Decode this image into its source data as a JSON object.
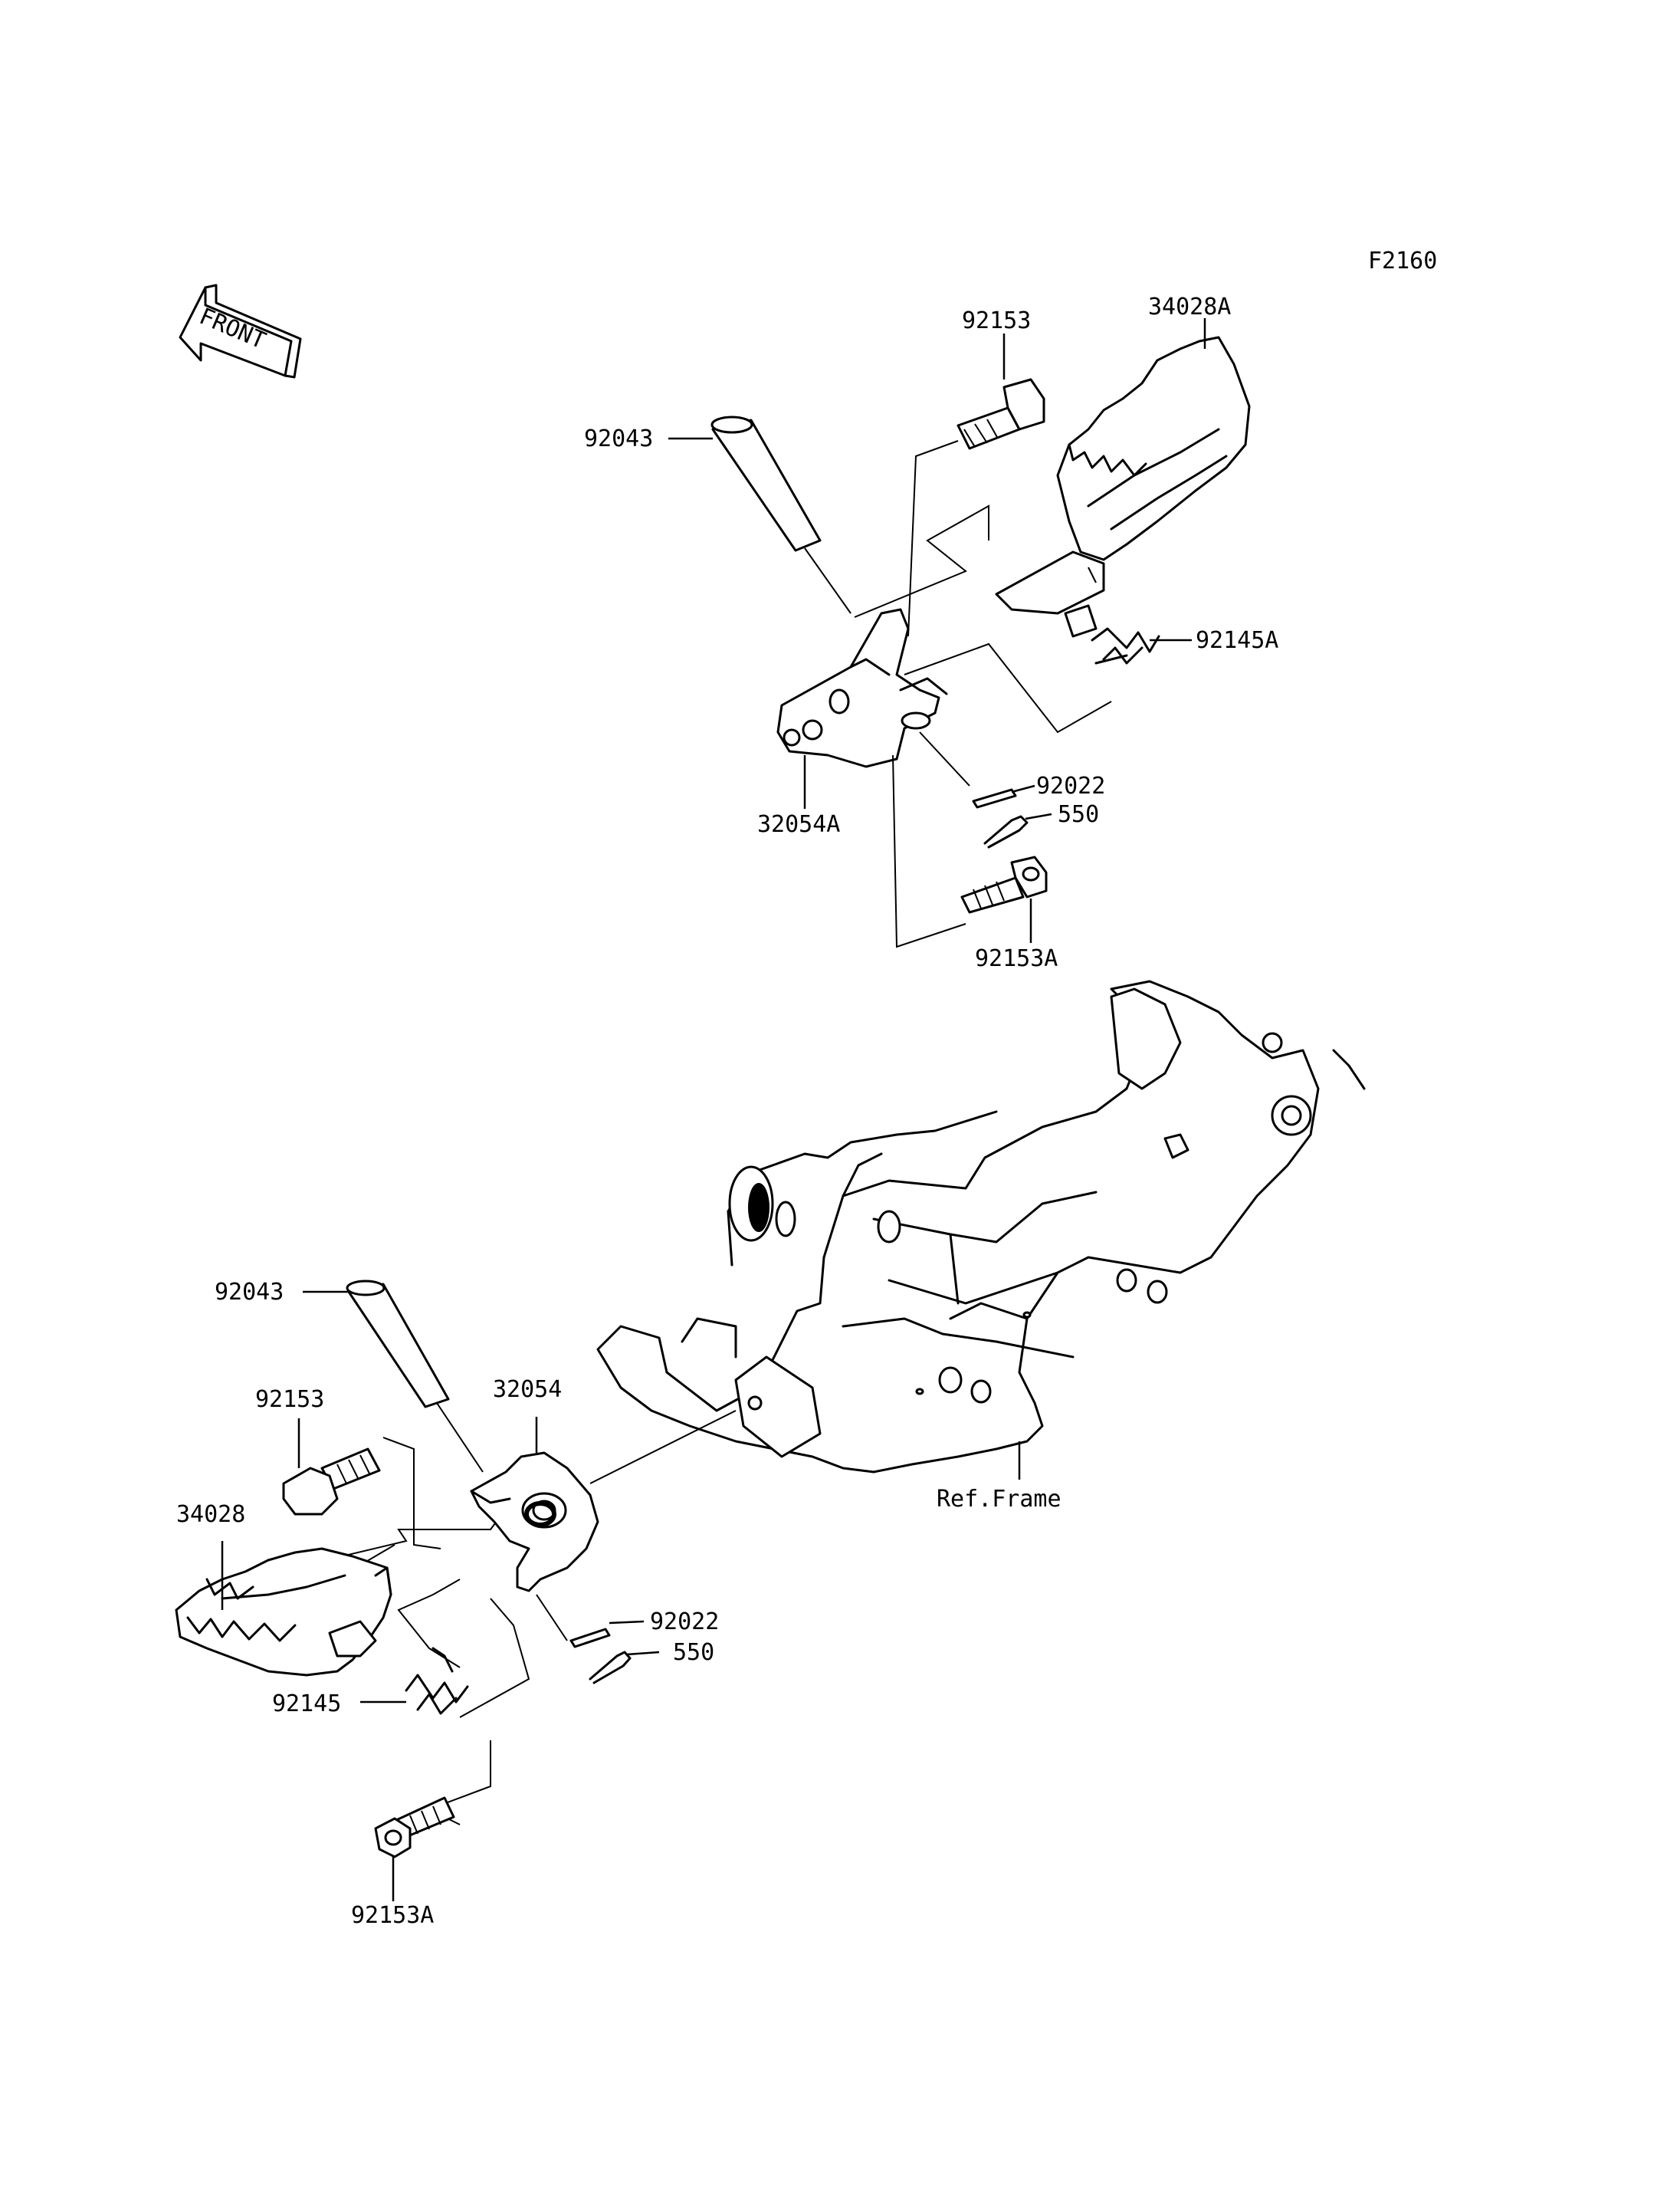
{
  "figure_code": "F2160",
  "front_badge": "FRONT",
  "labels": {
    "top_92153": "92153",
    "top_34028A": "34028A",
    "top_92043": "92043",
    "top_92145A": "92145A",
    "top_32054A": "32054A",
    "top_92022": "92022",
    "top_550": "550",
    "top_92153A": "92153A",
    "low_92043": "92043",
    "low_92153": "92153",
    "low_32054": "32054",
    "low_34028": "34028",
    "low_92145": "92145",
    "low_92022": "92022",
    "low_550": "550",
    "low_92153A": "92153A",
    "ref_frame": "Ref.Frame"
  },
  "icons": {
    "front": "front-arrow-icon"
  }
}
